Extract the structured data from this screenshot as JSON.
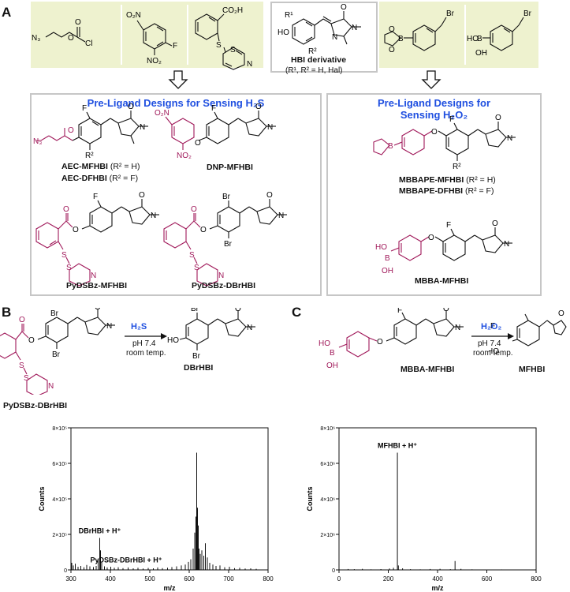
{
  "panels": {
    "a": "A",
    "b": "B",
    "c": "C"
  },
  "colors": {
    "accent_blue": "#1f4fe0",
    "trigger_magenta": "#a0195a",
    "reagent_bg": "#eef2cf",
    "box_border": "#c6c6c6"
  },
  "top_row": {
    "reagents": [
      {
        "id": "azidoethyl-chloroformate",
        "atoms": [
          "N₃",
          "O",
          "O",
          "Cl"
        ]
      },
      {
        "id": "dinitrofluorobenzene",
        "atoms": [
          "O₂N",
          "F",
          "NO₂"
        ]
      },
      {
        "id": "pyridyl-disulfanyl-benzoic-acid",
        "atoms": [
          "CO₂H",
          "S",
          "S",
          "N"
        ]
      },
      {
        "id": "pinacol-boronate-benzyl-bromide",
        "atoms": [
          "Br",
          "O",
          "O",
          "B"
        ]
      },
      {
        "id": "benzyl-bromide-boronic-acid",
        "atoms": [
          "Br",
          "HO",
          "B",
          "OH"
        ]
      }
    ],
    "hbi": {
      "caption": "HBI derivative",
      "subcaption": "(R¹, R² = H, Hal)",
      "atoms": {
        "r1": "R¹",
        "r2": "R²",
        "ho": "HO",
        "o": "O",
        "n1": "N",
        "n2": "N"
      }
    }
  },
  "designs_h2s": {
    "title_line1": "Pre-Ligand Designs for Sensing H₂S",
    "compounds": [
      {
        "name": "AEC-MFHBI",
        "note": "(R² = H)"
      },
      {
        "name": "AEC-DFHBI",
        "note": "(R² = F)"
      },
      {
        "name": "DNP-MFHBI",
        "note": ""
      },
      {
        "name": "PyDSBz-MFHBI",
        "note": ""
      },
      {
        "name": "PyDSBz-DBrHBI",
        "note": ""
      }
    ]
  },
  "designs_h2o2": {
    "title_line1": "Pre-Ligand Designs for",
    "title_line2": "Sensing H₂O₂",
    "compounds": [
      {
        "name": "MBBAPE-MFHBI",
        "note": "(R² = H)"
      },
      {
        "name": "MBBAPE-DFHBI",
        "note": "(R² = F)"
      },
      {
        "name": "MBBA-MFHBI",
        "note": ""
      }
    ]
  },
  "reaction_b": {
    "reactant": "PyDSBz-DBrHBI",
    "reagent": "H₂S",
    "cond1": "pH 7.4",
    "cond2": "room temp.",
    "product": "DBrHBI"
  },
  "reaction_c": {
    "reactant": "MBBA-MFHBI",
    "reagent": "H₂O₂",
    "cond1": "pH 7.4",
    "cond2": "room temp.",
    "product": "MFHBI"
  },
  "chart_data": [
    {
      "type": "bar",
      "title": "",
      "xlabel": "m/z",
      "ylabel": "Counts",
      "xlim": [
        300,
        800
      ],
      "ylim": [
        0,
        800000
      ],
      "xticks": [
        "300",
        "400",
        "500",
        "600",
        "700",
        "800"
      ],
      "yticks": [
        "0",
        "2×10⁵",
        "4×10⁵",
        "6×10⁵",
        "8×10⁵"
      ],
      "annotations": [
        "PyDSBz-DBrHBI + H⁺",
        "DBrHBI + H⁺"
      ],
      "series": [
        {
          "x": [
            302,
            306,
            311,
            318,
            325,
            333,
            340,
            348,
            357,
            364,
            369,
            373,
            375,
            378,
            385,
            392,
            401,
            410,
            420,
            432,
            445,
            458,
            470,
            483,
            496,
            509,
            520,
            532,
            545,
            556,
            568,
            580,
            590,
            598,
            604,
            610,
            614,
            617,
            619,
            621,
            623,
            625,
            628,
            632,
            637,
            641,
            646,
            652,
            660,
            668,
            678,
            690,
            702,
            715,
            728,
            742,
            756,
            770
          ],
          "values": [
            40000,
            25000,
            35000,
            18000,
            22000,
            15000,
            28000,
            20000,
            16000,
            22000,
            60000,
            180000,
            110000,
            45000,
            20000,
            14000,
            18000,
            12000,
            15000,
            10000,
            14000,
            9000,
            12000,
            8000,
            11000,
            9000,
            14000,
            10000,
            12000,
            16000,
            20000,
            25000,
            30000,
            45000,
            60000,
            120000,
            210000,
            300000,
            660000,
            350000,
            250000,
            120000,
            90000,
            110000,
            80000,
            150000,
            70000,
            40000,
            30000,
            22000,
            25000,
            15000,
            18000,
            10000,
            12000,
            8000,
            9000,
            6000
          ]
        }
      ]
    },
    {
      "type": "bar",
      "title": "",
      "xlabel": "m/z",
      "ylabel": "Counts",
      "xlim": [
        0,
        800
      ],
      "ylim": [
        0,
        8000000
      ],
      "xticks": [
        "0",
        "200",
        "400",
        "600",
        "800"
      ],
      "yticks": [
        "0",
        "2×10⁶",
        "4×10⁶",
        "6×10⁶",
        "8×10⁶"
      ],
      "annotations": [
        "MFHBI + H⁺"
      ],
      "series": [
        {
          "x": [
            37,
            62,
            95,
            130,
            170,
            205,
            221,
            237,
            241,
            258,
            290,
            330,
            370,
            410,
            452,
            471,
            495,
            540,
            600,
            660,
            720,
            780
          ],
          "values": [
            50000,
            40000,
            60000,
            30000,
            45000,
            80000,
            120000,
            6600000,
            250000,
            90000,
            40000,
            30000,
            50000,
            60000,
            40000,
            500000,
            60000,
            30000,
            20000,
            25000,
            15000,
            10000
          ]
        }
      ]
    }
  ]
}
